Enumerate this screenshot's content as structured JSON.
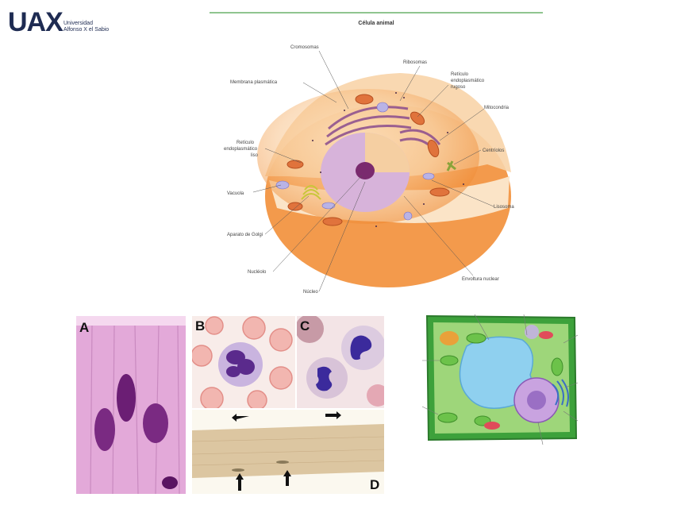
{
  "logo": {
    "mark": "UAX",
    "line1": "Universidad",
    "line2": "Alfonso X el Sabio"
  },
  "animal_cell": {
    "title": "Célula animal",
    "labels": {
      "cromosomas": "Cromosomas",
      "ribosomas": "Ribosomas",
      "reticulo_rugoso_1": "Retículo",
      "reticulo_rugoso_2": "endoplasmático",
      "reticulo_rugoso_3": "rugoso",
      "membrana": "Membrana plasmática",
      "mitocondria": "Mitocondria",
      "reticulo_liso_1": "Retículo",
      "reticulo_liso_2": "endoplasmático",
      "reticulo_liso_3": "liso",
      "centriolos": "Centríolos",
      "vacuola": "Vacuola",
      "lisosoma": "Lisosoma",
      "golgi": "Aparato de Golgi",
      "nucleolo": "Nucléolo",
      "envoltura": "Envoltura nuclear",
      "nucleo": "Núcleo"
    }
  },
  "micrographs": {
    "a": "A",
    "b": "B",
    "c": "C",
    "d": "D"
  },
  "colors": {
    "cytoplasm": "#f4a25a",
    "membrane_outer": "#ef8a33",
    "nucleus": "#b78ec9",
    "plant_wall": "#3da13b",
    "vacuole": "#8fd0ef"
  }
}
